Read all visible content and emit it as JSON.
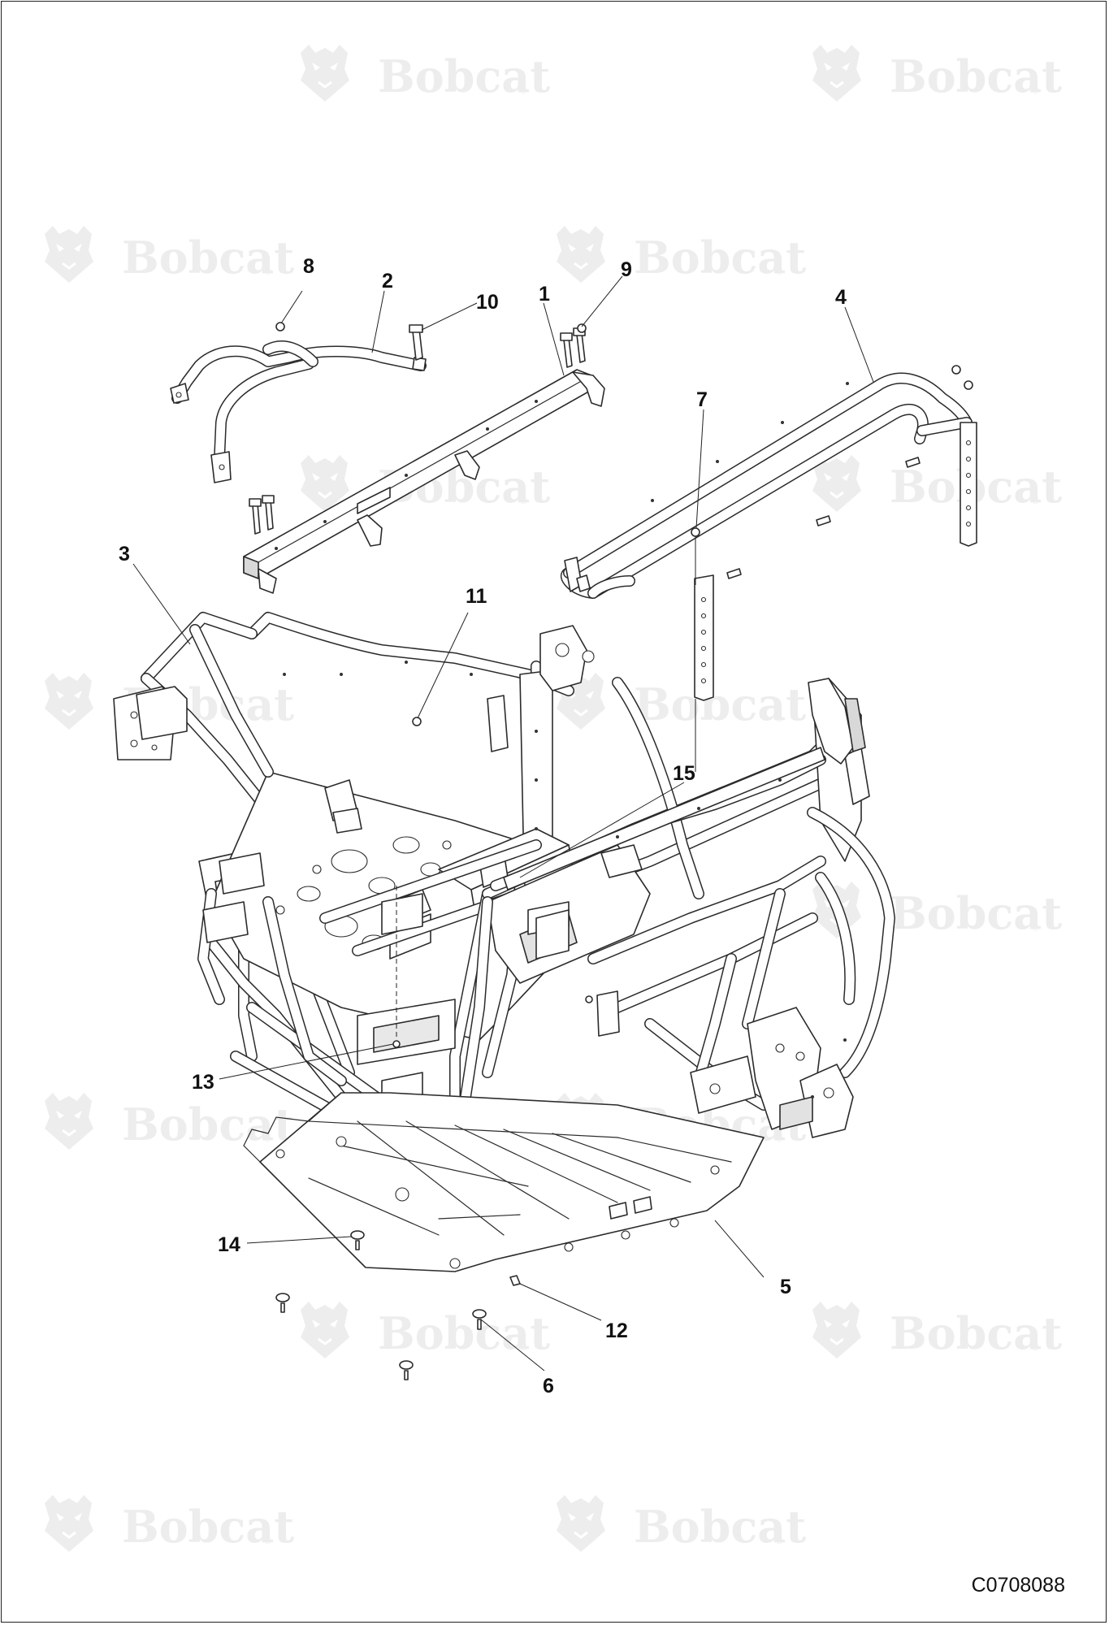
{
  "watermark": {
    "text": "Bobcat",
    "registered_mark": "®"
  },
  "callouts": [
    "1",
    "2",
    "3",
    "4",
    "5",
    "6",
    "7",
    "8",
    "9",
    "10",
    "11",
    "12",
    "13",
    "14",
    "15"
  ],
  "figure_id": "C0708088",
  "colors": {
    "line": "#2b2b2b",
    "watermark": "#ededed",
    "background": "#ffffff"
  }
}
